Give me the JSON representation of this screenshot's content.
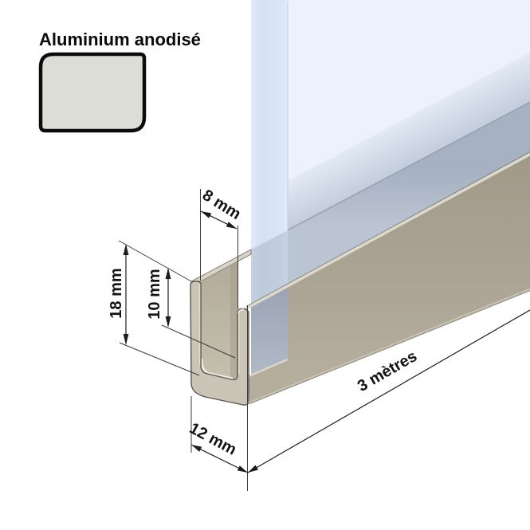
{
  "legend": {
    "material_label": "Aluminium anodisé",
    "swatch": {
      "shape": "rounded-profile-cross-section",
      "fill": "#dcddd5",
      "border": "#0c0c0c"
    }
  },
  "dimensions": {
    "glass_slot_width": "8 mm",
    "inner_depth": "10 mm",
    "outer_height": "18 mm",
    "outer_width": "12 mm",
    "length": "3 mètres"
  },
  "scene": {
    "objects": [
      "glass-panel",
      "u-channel-profile"
    ],
    "view": "isometric-cutaway"
  },
  "colors": {
    "background": "#ffffff",
    "glass_face": "#ebf2fd",
    "glass_front_edge": "#dbe7f9",
    "glass_over_profile": "#aeb9c9",
    "aluminium_cut_face": "#c9c4b5",
    "aluminium_side": "#aba495",
    "aluminium_highlight": "#dcd8cc",
    "dimension_ink": "#1c1c1c"
  }
}
